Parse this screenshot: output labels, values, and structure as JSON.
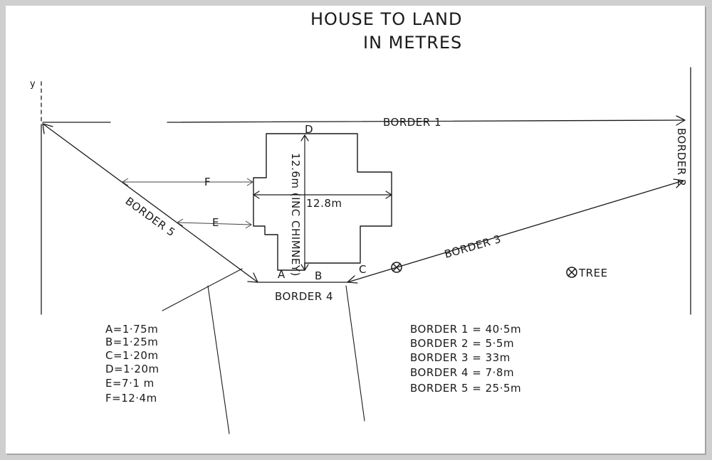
{
  "title": {
    "line1": "HOUSE TO LAND",
    "line2": "IN METRES"
  },
  "labels": {
    "border1": "BORDER 1",
    "border2": "BORDER 2",
    "border3": "BORDER 3",
    "border4": "BORDER 4",
    "border5": "BORDER 5",
    "point_a": "A",
    "point_b": "B",
    "point_c": "C",
    "point_d": "D",
    "dist_e": "E",
    "dist_f": "F",
    "house_width": "12.8m",
    "house_length": "12.6m (INC CHIMNEY)",
    "tree": "TREE",
    "y_mark": "y"
  },
  "legend_points": [
    "A=1·75m",
    "B=1·25m",
    "C=1·20m",
    "D=1·20m",
    "E=7·1 m",
    "F=12·4m"
  ],
  "legend_borders": [
    "BORDER 1 = 40·5m",
    "BORDER 2 = 5·5m",
    "BORDER 3 = 33m",
    "BORDER 4 = 7·8m",
    "BORDER 5 = 25·5m"
  ]
}
